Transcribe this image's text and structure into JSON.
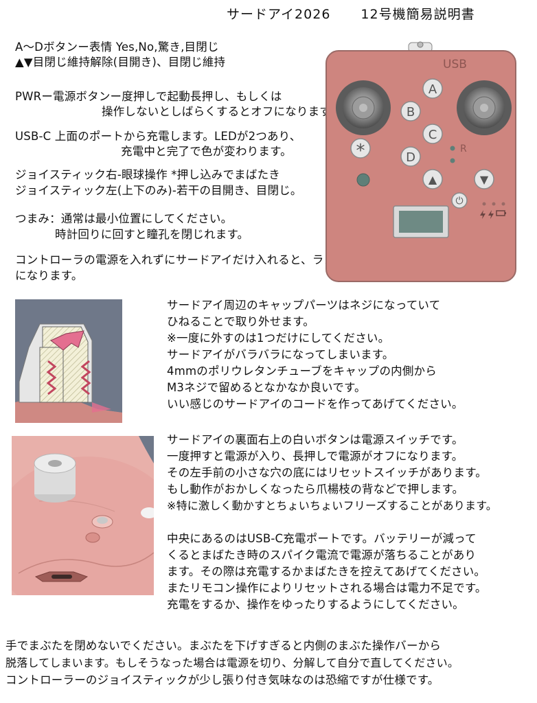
{
  "header": {
    "product": "サードアイ2026",
    "subtitle": "12号機簡易説明書"
  },
  "instructions": {
    "line1": "A～Dボタンー表情 Yes,No,驚き,目閉じ",
    "line2": "▲▼目閉じ維持解除(目開き)、目閉じ維持",
    "pwr_1": "PWRー電源ボタンー度押しで起動長押し、もしくは",
    "pwr_2": "操作しないとしばらくするとオフになります。",
    "usb_1": "USB-C 上面のポートから充電します。LEDが2つあり、",
    "usb_2": "充電中と完了で色が変わります。",
    "joy_1": "ジョイスティック右-眼球操作 *押し込みでまばたき",
    "joy_2": "ジョイスティック左(上下のみ)-若干の目開き、目閉じ。",
    "knob_1": "つまみ：通常は最小位置にしてください。",
    "knob_2": "時計回りに回すと瞳孔を閉じれます。",
    "random_1": "コントローラの電源を入れずにサードアイだけ入れると、ランダム動作",
    "random_2": "になります。"
  },
  "controller": {
    "usb_label": "USB",
    "button_a": "A",
    "button_b": "B",
    "button_c": "C",
    "button_d": "D",
    "button_star": "*",
    "led_label": "R",
    "button_up": "▲",
    "button_down": "▼",
    "power_symbol": "⏻",
    "colors": {
      "body": "#ce857f",
      "outline": "#9a6a66",
      "button": "#e6e6e6"
    }
  },
  "cap_section": {
    "lines": [
      "サードアイ周辺のキャップパーツはネジになっていて",
      "ひねることで取り外せます。",
      "※一度に外すのは1つだけにしてください。",
      "サードアイがバラバラになってしまいます。",
      "4mmのポリウレタンチューブをキャップの内側から",
      "M3ネジで留めるとなかなか良いです。",
      "いい感じのサードアイのコードを作ってあげてください。"
    ]
  },
  "back_section": {
    "lines": [
      "サードアイの裏面右上の白いボタンは電源スイッチです。",
      "一度押すと電源が入り、長押しで電源がオフになります。",
      "その左手前の小さな穴の底にはリセットスイッチがあります。",
      "もし動作がおかしくなったら爪楊枝の背などで押します。",
      "※特に激しく動かすとちょいちょいフリーズすることがあります。"
    ],
    "usb_lines": [
      "中央にあるのはUSB-C充電ポートです。バッテリーが減って",
      "くるとまばたき時のスパイク電流で電源が落ちることがあり",
      "ます。その際は充電するかまばたきを控えてあげてください。",
      "またリモコン操作によりリセットされる場合は電力不足です。",
      "充電をするか、操作をゆったりするようにしてください。"
    ]
  },
  "footer": {
    "lines": [
      "手でまぶたを閉めないでください。まぶたを下げすぎると内側のまぶた操作バーから",
      "脱落してしまいます。もしそうなった場合は電源を切り、分解して自分で直してください。",
      "コントローラーのジョイスティックが少し張り付き気味なのは恐縮ですが仕様です。"
    ]
  }
}
